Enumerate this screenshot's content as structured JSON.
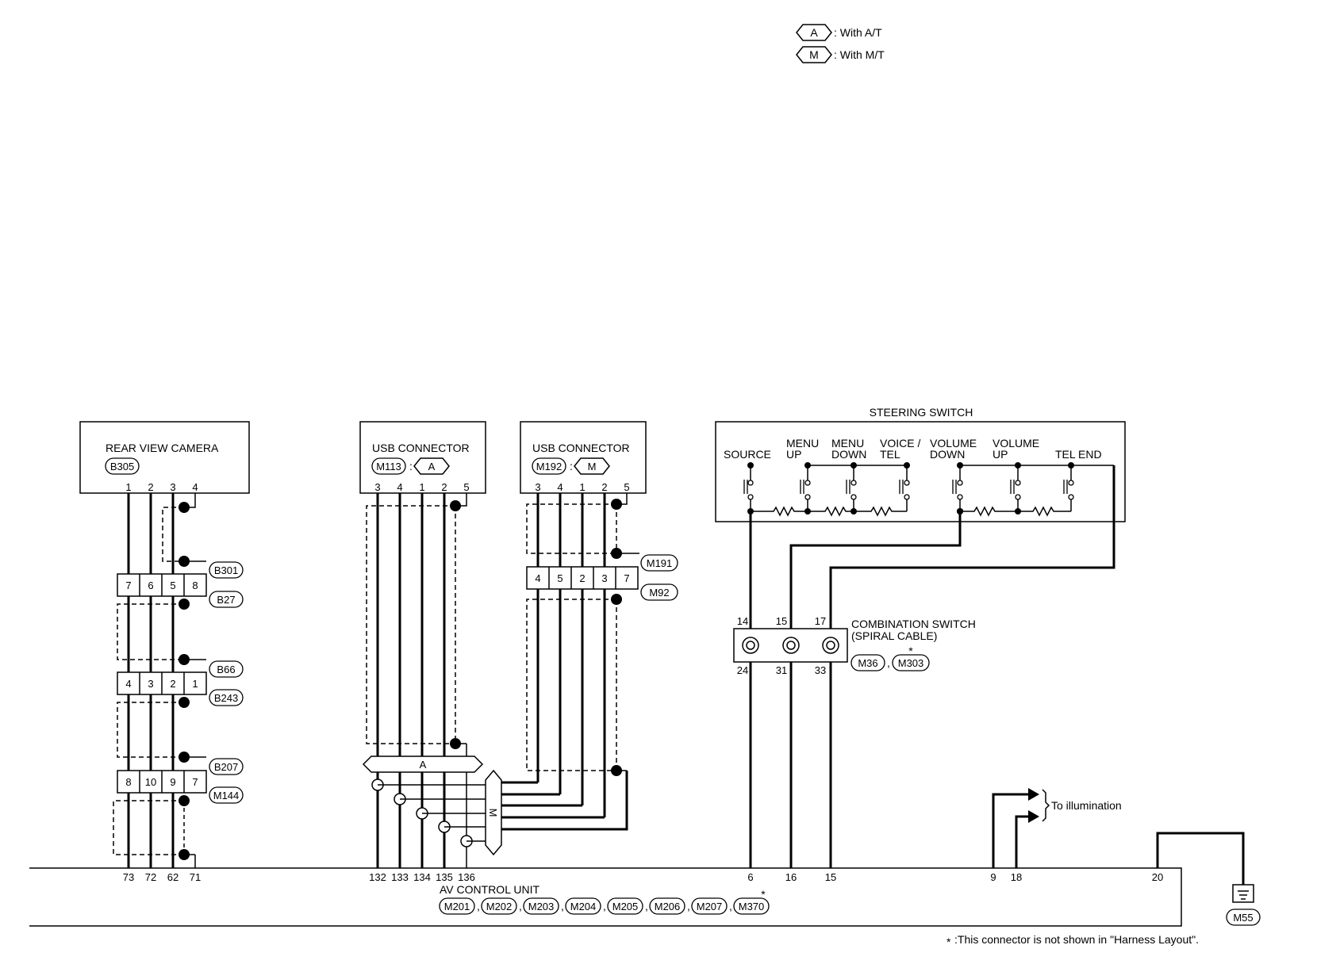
{
  "legend": {
    "a_code": "A",
    "a_text": ": With A/T",
    "m_code": "M",
    "m_text": ": With M/T"
  },
  "rear_camera": {
    "title": "REAR VIEW CAMERA",
    "connector": "B305",
    "pins": [
      "1",
      "2",
      "3",
      "4"
    ]
  },
  "usb_at": {
    "title": "USB CONNECTOR",
    "connector": "M113",
    "sep": ":",
    "variant": "A",
    "pins": [
      "3",
      "4",
      "1",
      "2",
      "5"
    ]
  },
  "usb_mt": {
    "title": "USB CONNECTOR",
    "connector": "M192",
    "sep": ":",
    "variant": "M",
    "pins": [
      "3",
      "4",
      "1",
      "2",
      "5"
    ]
  },
  "inline_connectors": {
    "b301_b27": {
      "top": "B301",
      "bottom": "B27",
      "pins": [
        "7",
        "6",
        "5",
        "8"
      ]
    },
    "b66_b243": {
      "top": "B66",
      "bottom": "B243",
      "pins": [
        "4",
        "3",
        "2",
        "1"
      ]
    },
    "b207_m144": {
      "top": "B207",
      "bottom": "M144",
      "pins": [
        "8",
        "10",
        "9",
        "7"
      ]
    },
    "m191_m92": {
      "top": "M191",
      "bottom": "M92",
      "pins": [
        "4",
        "5",
        "2",
        "3",
        "7"
      ]
    }
  },
  "splice": {
    "a_label": "A",
    "m_label": "M"
  },
  "steering_switch": {
    "title": "STEERING SWITCH",
    "labels": [
      [
        "SOURCE"
      ],
      [
        "MENU",
        "UP"
      ],
      [
        "MENU",
        "DOWN"
      ],
      [
        "VOICE /",
        "TEL"
      ],
      [
        "VOLUME",
        "DOWN"
      ],
      [
        "VOLUME",
        "UP"
      ],
      [
        "TEL END"
      ]
    ]
  },
  "combination_switch": {
    "title": "COMBINATION SWITCH",
    "subtitle": "(SPIRAL CABLE)",
    "pins_top": [
      "14",
      "15",
      "17"
    ],
    "pins_bottom": [
      "24",
      "31",
      "33"
    ],
    "connectors": [
      "M36",
      "M303"
    ],
    "sep": ",",
    "star": "*"
  },
  "av_control_unit": {
    "title": "AV CONTROL UNIT",
    "pins": [
      "73",
      "72",
      "62",
      "71",
      "132",
      "133",
      "134",
      "135",
      "136",
      "6",
      "16",
      "15",
      "9",
      "18",
      "20"
    ],
    "connectors": [
      "M201",
      "M202",
      "M203",
      "M204",
      "M205",
      "M206",
      "M207",
      "M370"
    ],
    "sep": ",",
    "star": "*"
  },
  "illumination": {
    "label": "To illumination"
  },
  "ground": {
    "connector": "M55"
  },
  "footnote": {
    "star": "*",
    "text": ":This connector is not shown in \"Harness Layout\"."
  }
}
